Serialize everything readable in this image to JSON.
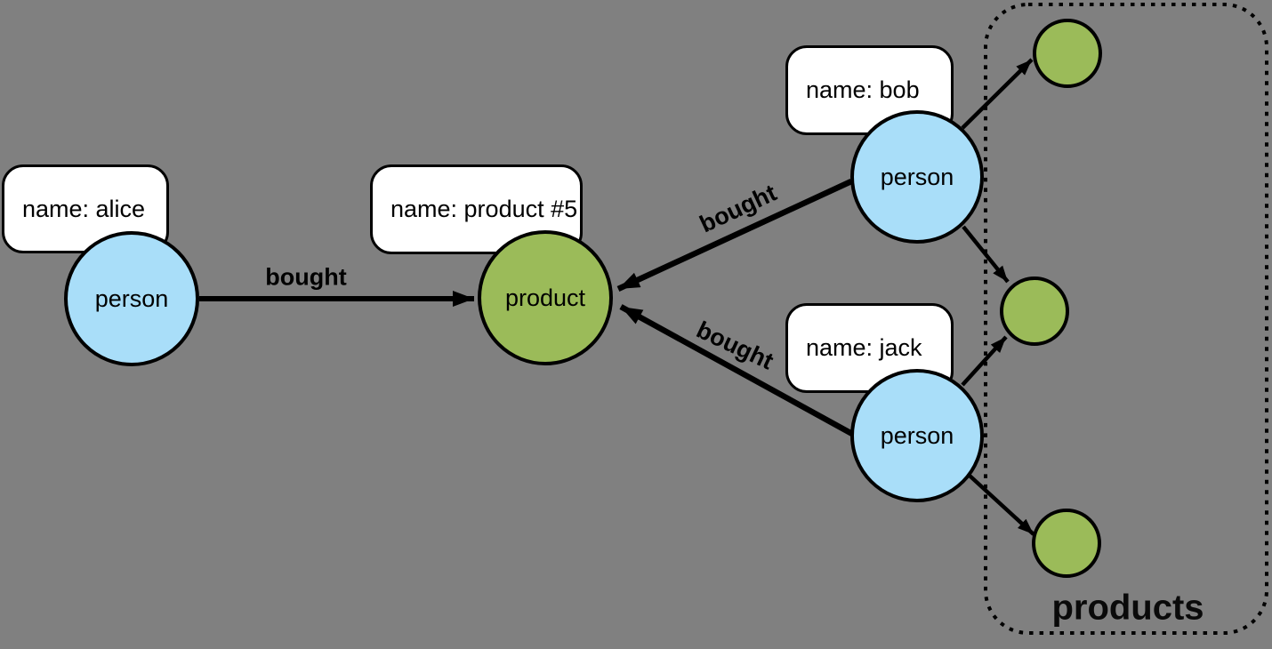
{
  "title": "property graph diagram",
  "theme": {
    "background": "#808080",
    "person_fill": "#A9DEF9",
    "product_fill": "#9BBB59",
    "node_border": "#000000",
    "label_box_bg": "#FFFFFF",
    "edge_color": "#000000"
  },
  "nodes": {
    "alice": {
      "type": "person",
      "label": "person",
      "property": "name: alice"
    },
    "bob": {
      "type": "person",
      "label": "person",
      "property": "name: bob"
    },
    "jack": {
      "type": "person",
      "label": "person",
      "property": "name: jack"
    },
    "product5": {
      "type": "product",
      "label": "product",
      "property": "name: product #5"
    },
    "product_a": {
      "type": "product",
      "label": ""
    },
    "product_b": {
      "type": "product",
      "label": ""
    },
    "product_c": {
      "type": "product",
      "label": ""
    }
  },
  "edges": {
    "alice_product5": {
      "label": "bought"
    },
    "bob_product5": {
      "label": "bought"
    },
    "jack_product5": {
      "label": "bought"
    },
    "bob_product_a": {
      "label": ""
    },
    "bob_product_b": {
      "label": ""
    },
    "jack_product_b": {
      "label": ""
    },
    "jack_product_c": {
      "label": ""
    }
  },
  "group": {
    "label": "products"
  }
}
